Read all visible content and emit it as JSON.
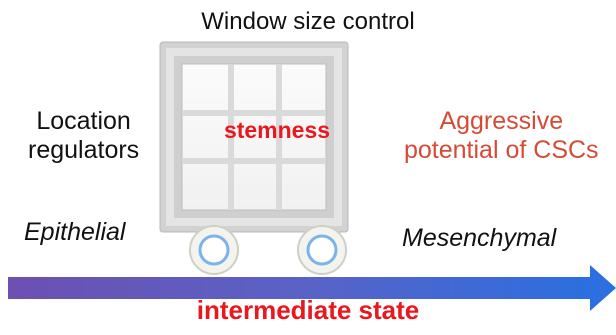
{
  "title": "Window size control",
  "left_label": "Location\nregulators",
  "right_label": "Aggressive\npotential of CSCs",
  "window_label": "stemness",
  "start_state": "Epithelial",
  "end_state": "Mesenchymal",
  "bottom_label": "intermediate state",
  "colors": {
    "arrow_start": "#6c50b2",
    "arrow_end": "#2b6fe0",
    "red_text": "#e8181e",
    "orange_text": "#d64b35",
    "wheel_ring": "#7ab4e8",
    "window_frame": "#d2d2d2"
  }
}
